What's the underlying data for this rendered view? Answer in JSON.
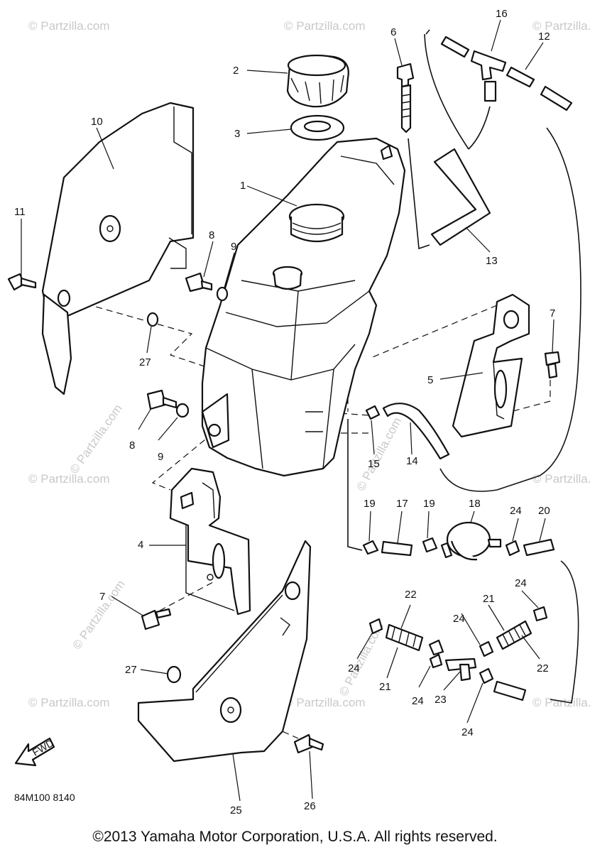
{
  "watermark": "© Partzilla.com",
  "diagram_code": "84M100 8140",
  "fwd_label": "FWD",
  "copyright": "©2013  Yamaha Motor Corporation, U.S.A. All rights reserved.",
  "callouts": {
    "c1": "1",
    "c2": "2",
    "c3": "3",
    "c4": "4",
    "c5": "5",
    "c6": "6",
    "c7a": "7",
    "c7b": "7",
    "c8a": "8",
    "c8b": "8",
    "c9a": "9",
    "c9b": "9",
    "c10": "10",
    "c11": "11",
    "c12": "12",
    "c13": "13",
    "c14": "14",
    "c15": "15",
    "c16": "16",
    "c17": "17",
    "c18": "18",
    "c19a": "19",
    "c19b": "19",
    "c20": "20",
    "c21a": "21",
    "c21b": "21",
    "c22a": "22",
    "c22b": "22",
    "c23": "23",
    "c24a": "24",
    "c24b": "24",
    "c24c": "24",
    "c24d": "24",
    "c24e": "24",
    "c24f": "24",
    "c25": "25",
    "c26": "26",
    "c27a": "27",
    "c27b": "27"
  }
}
